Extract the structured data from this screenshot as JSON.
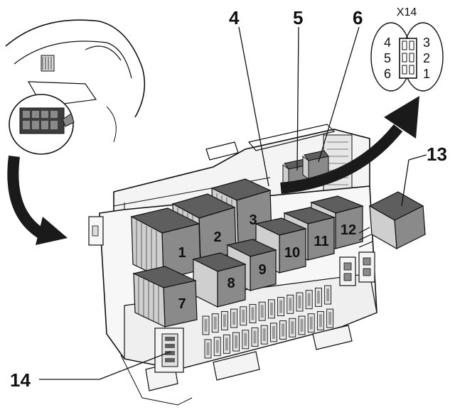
{
  "callouts": [
    "4",
    "5",
    "6",
    "13",
    "14"
  ],
  "relays": [
    "1",
    "2",
    "3",
    "7",
    "8",
    "9",
    "10",
    "11",
    "12"
  ],
  "connector": {
    "title": "X14",
    "pins_left": [
      "4",
      "5",
      "6"
    ],
    "pins_right": [
      "3",
      "2",
      "1"
    ]
  },
  "colors": {
    "relay_face": "#8a8a8a",
    "relay_top": "#5e5e5e",
    "relay_side": "#cfcfcf",
    "housing": "#f4f4f4",
    "arrow": "#1a1a1a"
  }
}
